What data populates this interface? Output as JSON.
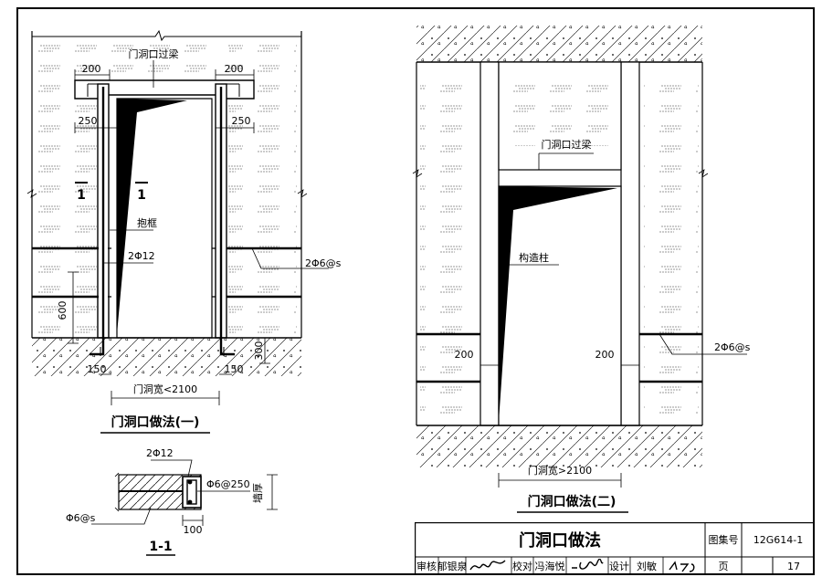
{
  "sheet": {
    "left": {
      "beam_label": "门洞口过梁",
      "dim_200_left": "200",
      "dim_200_right": "200",
      "dim_250_left": "250",
      "dim_250_right": "250",
      "section_mark_left": "1",
      "section_mark_right": "1",
      "frame_label": "抱框",
      "bar_2phi12": "2Φ12",
      "bar_2phi6s": "2Φ6@s",
      "dim_600": "600",
      "dim_150_left": "150",
      "dim_150_right": "150",
      "dim_300": "300",
      "opening_width": "门洞宽<2100",
      "caption": "门洞口做法(一)"
    },
    "section": {
      "bar_2phi12": "2Φ12",
      "stirrup": "Φ6@250",
      "wall_thickness": "墙厚",
      "bar_phi6s": "Φ6@s",
      "dim_100": "100",
      "caption": "1-1"
    },
    "right": {
      "beam_label": "门洞口过梁",
      "column_label": "构造柱",
      "dim_200_left": "200",
      "dim_200_right": "200",
      "bar_2phi6s": "2Φ6@s",
      "opening_width": "门洞宽>2100",
      "caption": "门洞口做法(二)"
    },
    "title_block": {
      "title": "门洞口做法",
      "atlas_label": "图集号",
      "atlas_no": "12G614-1",
      "review_label": "审核",
      "reviewer": "郁银泉",
      "check_label": "校对",
      "checker": "冯海悦",
      "design_label": "设计",
      "designer": "刘敏",
      "page_label": "页",
      "page_no": "17"
    }
  }
}
